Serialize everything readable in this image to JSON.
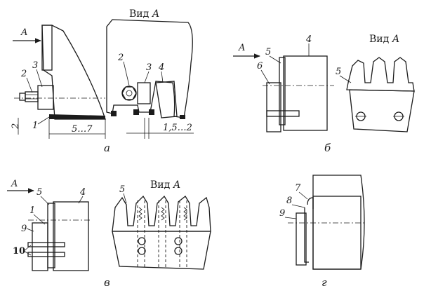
{
  "panel_a": {
    "arrow_label": "A",
    "view_title_word": "Вид",
    "view_title_letter": "А",
    "label_1": "1",
    "label_2_left": "2",
    "label_3_left": "3",
    "label_2_view": "2",
    "label_3_view": "3",
    "label_4_view": "4",
    "dim_gap": "5…7",
    "dim_side": "1,5…2",
    "section_mark": "2",
    "caption": "а"
  },
  "panel_b": {
    "arrow_label": "A",
    "view_title_word": "Вид",
    "view_title_letter": "А",
    "label_5": "5",
    "label_6": "6",
    "label_4": "4",
    "label_5_view": "5",
    "caption": "б"
  },
  "panel_v": {
    "arrow_label": "A",
    "view_title_word": "Вид",
    "view_title_letter": "А",
    "label_5": "5",
    "label_4": "4",
    "label_1": "1",
    "label_9": "9",
    "label_10": "10",
    "label_5_view": "5",
    "caption": "в"
  },
  "panel_g": {
    "label_7": "7",
    "label_8": "8",
    "label_9": "9",
    "caption": "г"
  },
  "colors": {
    "ink": "#1b1b1b",
    "paper": "#ffffff"
  }
}
